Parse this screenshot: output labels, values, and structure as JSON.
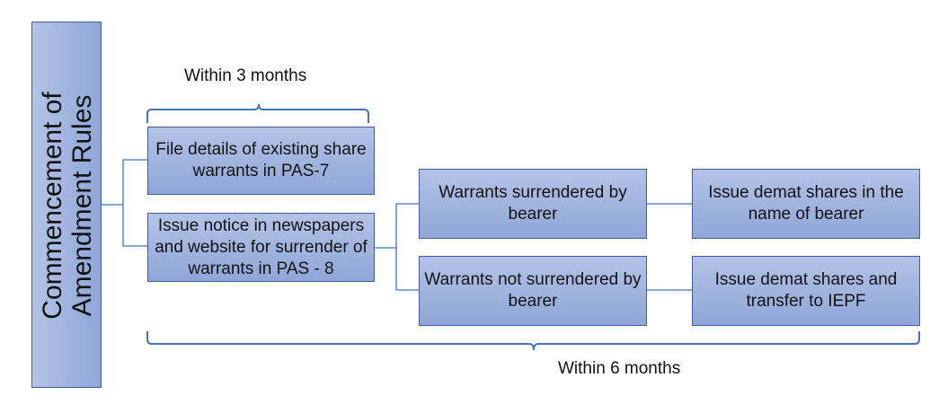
{
  "start_box": {
    "text": "Commencement of Amendment Rules"
  },
  "step1": {
    "file_details": "File details of existing share warrants in PAS-7",
    "issue_notice": "Issue notice in newspapers and website for surrender of warrants in PAS - 8"
  },
  "step2": {
    "surrendered": "Warrants surrendered by bearer",
    "not_surrendered": "Warrants not surrendered by bearer"
  },
  "step3": {
    "demat_bearer": "Issue demat shares in the name of bearer",
    "demat_iepf": "Issue demat shares and transfer to IEPF"
  },
  "timelines": {
    "within_3_months": "Within 3 months",
    "within_6_months": "Within 6 months"
  },
  "colors": {
    "box_fill_top": "#b4c3e6",
    "box_fill_bottom": "#8fa6d8",
    "connector": "#4472c4"
  }
}
